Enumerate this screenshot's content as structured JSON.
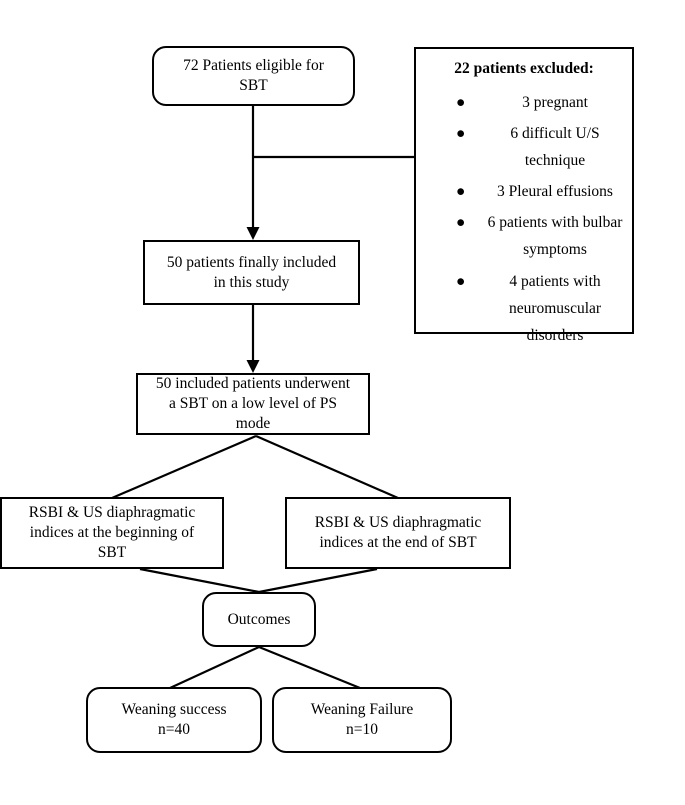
{
  "diagram": {
    "title": "Study flow diagram",
    "line_color": "#000000",
    "background": "#ffffff",
    "nodes": {
      "eligible": {
        "line1": "72 Patients eligible  for",
        "line2": "SBT",
        "shape": "rounded-rectangle"
      },
      "excluded": {
        "title": "22 patients excluded:",
        "bullet_glyph": "●",
        "items": [
          "3 pregnant",
          "6 difficult U/S technique",
          "3 Pleural effusions",
          "6 patients with bulbar symptoms",
          "4 patients with neuromuscular disorders"
        ],
        "shape": "rectangle"
      },
      "included": {
        "line1": "50 patients finally included",
        "line2": "in this study",
        "shape": "rectangle"
      },
      "underwent": {
        "line1": "50 included patients underwent",
        "line2": "a SBT on a low level of PS",
        "line3": "mode",
        "shape": "rectangle"
      },
      "rsbi_begin": {
        "line1": "RSBI & US diaphragmatic",
        "line2": "indices at the beginning of",
        "line3": "SBT",
        "shape": "rectangle"
      },
      "rsbi_end": {
        "line1": "RSBI & US diaphragmatic",
        "line2": "indices at the end of SBT",
        "shape": "rectangle"
      },
      "outcomes": {
        "line1": "Outcomes",
        "shape": "rounded-rectangle"
      },
      "weaning_success": {
        "line1": "Weaning success",
        "line2": "n=40",
        "shape": "rounded-rectangle"
      },
      "weaning_failure": {
        "line1": "Weaning Failure",
        "line2": "n=10",
        "shape": "rounded-rectangle"
      }
    },
    "counts": {
      "eligible": 72,
      "excluded": 22,
      "included": 50,
      "weaning_success": 40,
      "weaning_failure": 10
    }
  }
}
